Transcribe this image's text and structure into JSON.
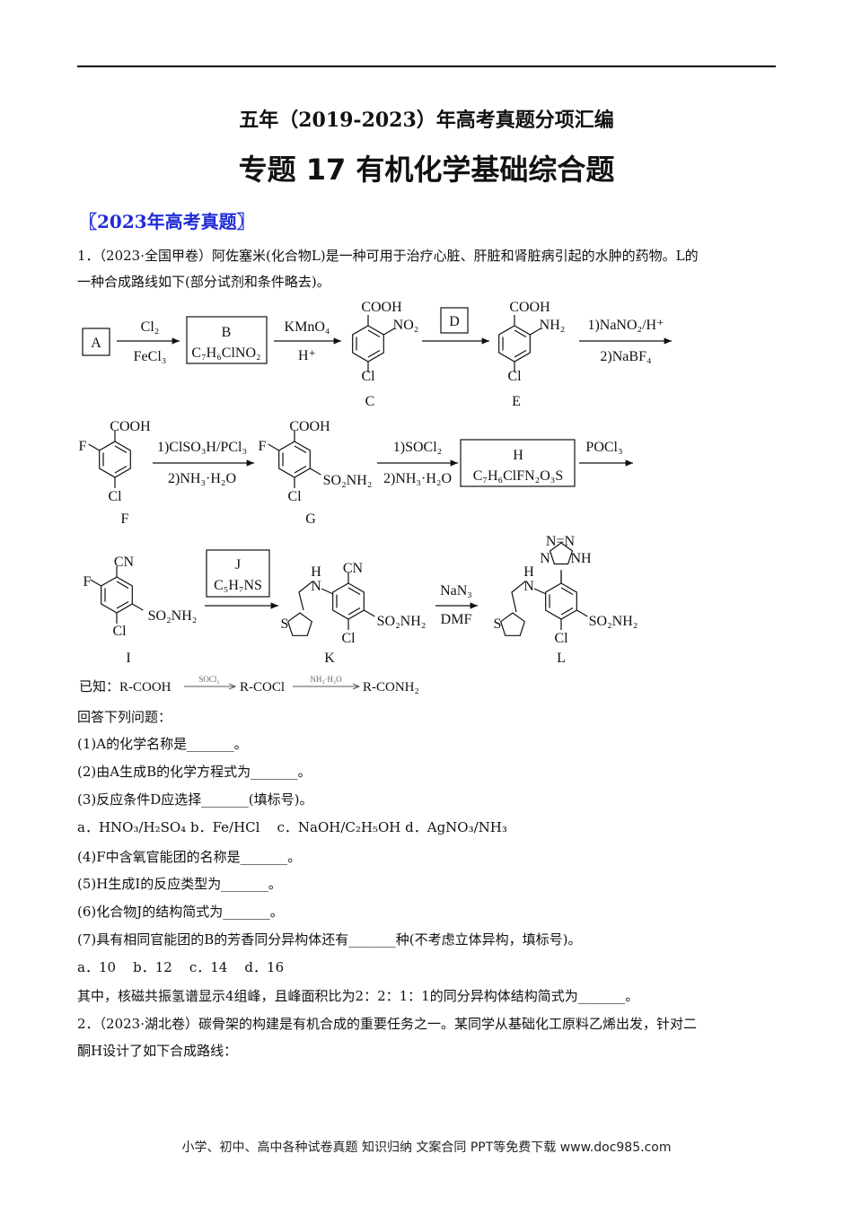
{
  "header": {
    "subtitle": "五年（2019-2023）年高考真题分项汇编",
    "title": "专题 17  有机化学基础综合题",
    "section": "〖2023年高考真题〗"
  },
  "q1": {
    "intro_line1": "1．（2023·全国甲卷）阿佐塞米(化合物L)是一种可用于治疗心脏、肝脏和肾脏病引起的水肿的药物。L的",
    "intro_line2": "一种合成路线如下(部分试剂和条件略去)。",
    "scheme": {
      "A": "A",
      "B_label": "B",
      "B_formula": "C₇H₆ClNO₂",
      "r1_top": "Cl₂",
      "r1_bot": "FeCl₃",
      "r2_top": "KMnO₄",
      "r2_bot": "H⁺",
      "C_cooh": "COOH",
      "C_no2": "NO₂",
      "C_cl": "Cl",
      "C_label": "C",
      "D": "D",
      "E_cooh": "COOH",
      "E_nh2": "NH₂",
      "E_cl": "Cl",
      "E_label": "E",
      "r3_top": "1)NaNO₂/H⁺",
      "r3_bot": "2)NaBF₄",
      "F_cooh": "COOH",
      "F_f": "F",
      "F_cl": "Cl",
      "F_label": "F",
      "r4_top": "1)ClSO₃H/PCl₃",
      "r4_bot": "2)NH₃·H₂O",
      "G_cooh": "COOH",
      "G_f": "F",
      "G_so2": "SO₂NH₂",
      "G_cl": "Cl",
      "G_label": "G",
      "r5_top": "1)SOCl₂",
      "r5_bot": "2)NH₃·H₂O",
      "H_label": "H",
      "H_formula": "C₇H₆ClFN₂O₃S",
      "r6_top": "POCl₃",
      "I_cn": "CN",
      "I_f": "F",
      "I_so2": "SO₂NH₂",
      "I_cl": "Cl",
      "I_label": "I",
      "J_label": "J",
      "J_formula": "C₅H₇NS",
      "K_h": "H",
      "K_n": "N",
      "K_s": "S",
      "K_cn": "CN",
      "K_so2": "SO₂NH₂",
      "K_cl": "Cl",
      "K_label": "K",
      "r8_top": "NaN₃",
      "r8_bot": "DMF",
      "L_nn": "N=N",
      "L_n": "N",
      "L_nh": "NH",
      "L_h": "H",
      "L_n2": "N",
      "L_s": "S",
      "L_so2": "SO₂NH₂",
      "L_cl": "Cl",
      "L_label": "L"
    },
    "known": {
      "prefix": "已知：R-COOH",
      "cond1": "SOCl₂",
      "mid": "R-COCl",
      "cond2": "NH₃·H₂O",
      "end": "R-CONH₂"
    },
    "lines": [
      "回答下列问题：",
      "(1)A的化学名称是_______。",
      "(2)由A生成B的化学方程式为_______。",
      "(3)反应条件D应选择_______(填标号)。",
      "a．HNO₃/H₂SO₄ b．Fe/HCl    c．NaOH/C₂H₅OH d．AgNO₃/NH₃",
      "(4)F中含氧官能团的名称是_______。",
      "(5)H生成I的反应类型为_______。",
      "(6)化合物J的结构简式为_______。",
      "(7)具有相同官能团的B的芳香同分异构体还有_______种(不考虑立体异构，填标号)。",
      "a．10    b．12    c．14    d．16",
      "其中，核磁共振氢谱显示4组峰，且峰面积比为2：2：1：1的同分异构体结构简式为_______。"
    ]
  },
  "q2": {
    "line1": "2．（2023·湖北卷）碳骨架的构建是有机合成的重要任务之一。某同学从基础化工原料乙烯出发，针对二",
    "line2": "酮H设计了如下合成路线："
  },
  "footer": "小学、初中、高中各种试卷真题  知识归纳  文案合同  PPT等免费下载     www.doc985.com"
}
